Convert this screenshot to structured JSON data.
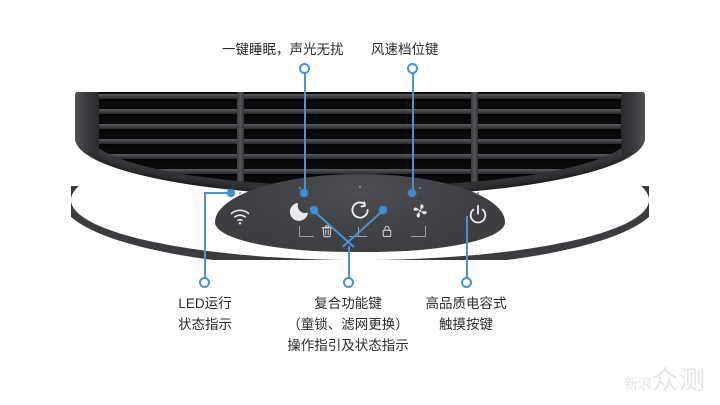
{
  "image": {
    "subject": "空气净化器控制面板说明图",
    "background_color": "#ffffff",
    "callout_color": "#4b92d4",
    "device_body_color": "#3b3c3f",
    "grille_color": "#0b0b0c",
    "panel_color": "#434447"
  },
  "callouts": {
    "top": [
      {
        "id": "sleep",
        "label": "一键睡眠，声光无扰",
        "target_icon": "moon-icon"
      },
      {
        "id": "fan-speed",
        "label": "风速档位键",
        "target_icon": "fan-icon"
      }
    ],
    "bottom": [
      {
        "id": "led",
        "line1": "LED运行",
        "line2": "状态指示",
        "target_icon": "wifi-led-indicator"
      },
      {
        "id": "composite",
        "line1": "复合功能键",
        "line2": "（童锁、滤网更换）",
        "line3": "操作指引及状态指示",
        "target_icon": "filter-and-lock-indicators"
      },
      {
        "id": "touch",
        "line1": "高品质电容式",
        "line2": "触摸按键",
        "target_icon": "power-icon"
      }
    ]
  },
  "control_panel": {
    "buttons": [
      {
        "id": "wifi",
        "icon": "wifi-icon",
        "has_led": true
      },
      {
        "id": "sleep",
        "icon": "moon-icon",
        "has_led": true
      },
      {
        "id": "composite",
        "icon": "refresh-circle-icon",
        "has_led": true
      },
      {
        "id": "fan",
        "icon": "fan-icon",
        "has_led": true
      },
      {
        "id": "power",
        "icon": "power-icon",
        "has_led": true
      }
    ],
    "indicators": [
      {
        "id": "filter-replace",
        "icon": "filter-trash-icon"
      },
      {
        "id": "child-lock",
        "icon": "lock-icon"
      }
    ]
  },
  "watermark": {
    "brand_small": "新浪",
    "brand_large": "众测"
  }
}
